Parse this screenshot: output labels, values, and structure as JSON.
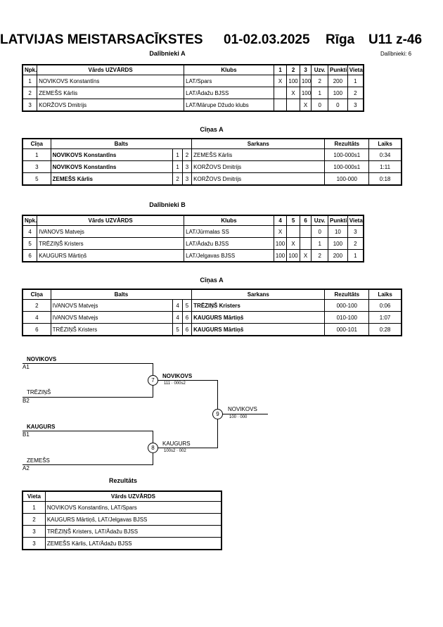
{
  "header": {
    "title": "LATVIJAS MEISTARSACĪKSTES",
    "dates": "01-02.03.2025",
    "city": "Rīga",
    "category": "U11 z-46",
    "participants_label": "Dalībnieki: 6"
  },
  "pool_a": {
    "title": "Dalībnieki A",
    "headers": [
      "Npk.",
      "Vārds UZVĀRDS",
      "Klubs",
      "1",
      "2",
      "3",
      "Uzv.",
      "Punkti",
      "Vieta"
    ],
    "rows": [
      [
        "1",
        "NOVIKOVS Konstantīns",
        "LAT/Spars",
        "X",
        "100",
        "100",
        "2",
        "200",
        "1"
      ],
      [
        "2",
        "ZEMEŠS Kārlis",
        "LAT/Ādažu BJSS",
        "",
        "X",
        "100",
        "1",
        "100",
        "2"
      ],
      [
        "3",
        "KORŽOVS Dmitrijs",
        "LAT/Mārupe Džudo klubs",
        "",
        "",
        "X",
        "0",
        "0",
        "3"
      ]
    ]
  },
  "fights_a": {
    "title": "Cīņas A",
    "headers": [
      "Cīņa",
      "Balts",
      "Sarkans",
      "Rezultāts",
      "Laiks"
    ],
    "rows": [
      [
        "1",
        "NOVIKOVS Konstantīns",
        "1",
        "2",
        "ZEMEŠS Kārlis",
        "100-000s1",
        "0:34"
      ],
      [
        "3",
        "NOVIKOVS Konstantīns",
        "1",
        "3",
        "KORŽOVS Dmitrijs",
        "100-000s1",
        "1:11"
      ],
      [
        "5",
        "ZEMEŠS Kārlis",
        "2",
        "3",
        "KORŽOVS Dmitrijs",
        "100-000",
        "0:18"
      ]
    ]
  },
  "pool_b": {
    "title": "Dalībnieki B",
    "headers": [
      "Npk.",
      "Vārds UZVĀRDS",
      "Klubs",
      "4",
      "5",
      "6",
      "Uzv.",
      "Punkti",
      "Vieta"
    ],
    "rows": [
      [
        "4",
        "IVANOVS Matvejs",
        "LAT/Jūrmalas SS",
        "X",
        "",
        "",
        "0",
        "10",
        "3"
      ],
      [
        "5",
        "TRĒZIŅŠ Kristers",
        "LAT/Ādažu BJSS",
        "100",
        "X",
        "",
        "1",
        "100",
        "2"
      ],
      [
        "6",
        "KAUGURS Mārtiņš",
        "LAT/Jelgavas BJSS",
        "100",
        "100",
        "X",
        "2",
        "200",
        "1"
      ]
    ]
  },
  "fights_b": {
    "title": "Cīņas A",
    "headers": [
      "Cīņa",
      "Balts",
      "Sarkans",
      "Rezultāts",
      "Laiks"
    ],
    "rows": [
      [
        "2",
        "IVANOVS Matvejs",
        "4",
        "5",
        "TRĒZIŅŠ Kristers",
        "000-100",
        "0:06"
      ],
      [
        "4",
        "IVANOVS Matvejs",
        "4",
        "6",
        "KAUGURS Mārtiņš",
        "010-100",
        "1:07"
      ],
      [
        "6",
        "TRĒZIŅŠ Kristers",
        "5",
        "6",
        "KAUGURS Mārtiņš",
        "000-101",
        "0:28"
      ]
    ]
  },
  "bracket": {
    "sf1_top_name": "NOVIKOVS",
    "sf1_top_seed": "A1",
    "sf1_bottom_name": "TRĒZIŅŠ",
    "sf1_bottom_seed": "B2",
    "sf1_num": "7",
    "sf1_winner": "NOVIKOVS",
    "sf1_score": "111 · 000s2",
    "sf2_top_name": "KAUGURS",
    "sf2_top_seed": "B1",
    "sf2_bottom_name": "ZEMEŠS",
    "sf2_bottom_seed": "A2",
    "sf2_num": "8",
    "sf2_winner": "KAUGURS",
    "sf2_score": "100s2 · 002",
    "final_num": "9",
    "final_winner": "NOVIKOVS",
    "final_score": "100 · 000"
  },
  "results": {
    "title": "Rezultāts",
    "headers": [
      "Vieta",
      "Vārds UZVĀRDS"
    ],
    "rows": [
      [
        "1",
        "NOVIKOVS Konstantīns, LAT/Spars"
      ],
      [
        "2",
        "KAUGURS Mārtiņš, LAT/Jelgavas BJSS"
      ],
      [
        "3",
        "TRĒZIŅŠ Kristers, LAT/Ādažu BJSS"
      ],
      [
        "3",
        "ZEMEŠS Kārlis, LAT/Ādažu BJSS"
      ]
    ]
  }
}
